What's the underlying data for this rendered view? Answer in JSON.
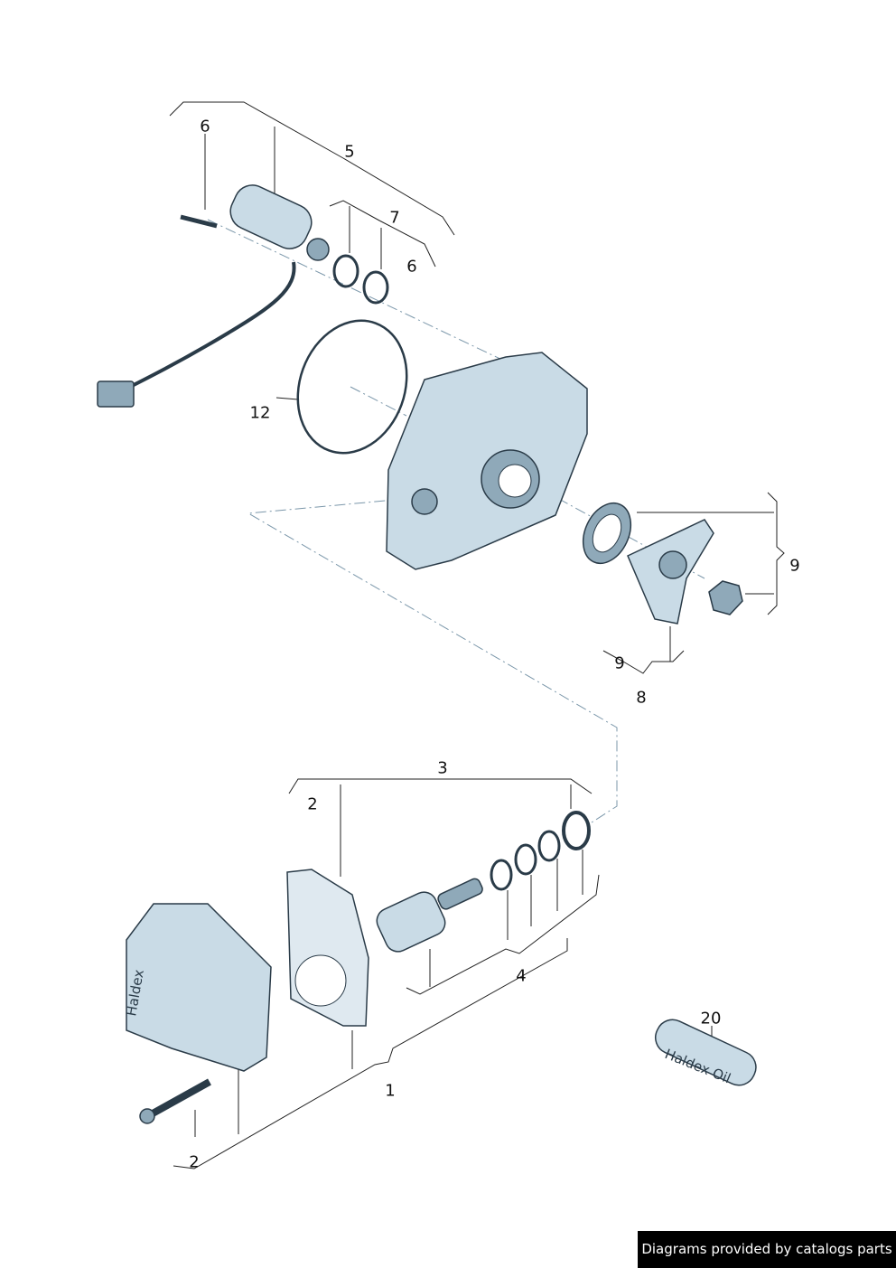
{
  "callouts": [
    "6",
    "5",
    "7",
    "6",
    "12",
    "9",
    "9",
    "8",
    "3",
    "2",
    "4",
    "1",
    "2",
    "20"
  ],
  "part_markings": {
    "control_unit": "Haldex",
    "oil_bottle": "Haldex Oil"
  },
  "footer": "Diagrams provided by catalogs parts"
}
